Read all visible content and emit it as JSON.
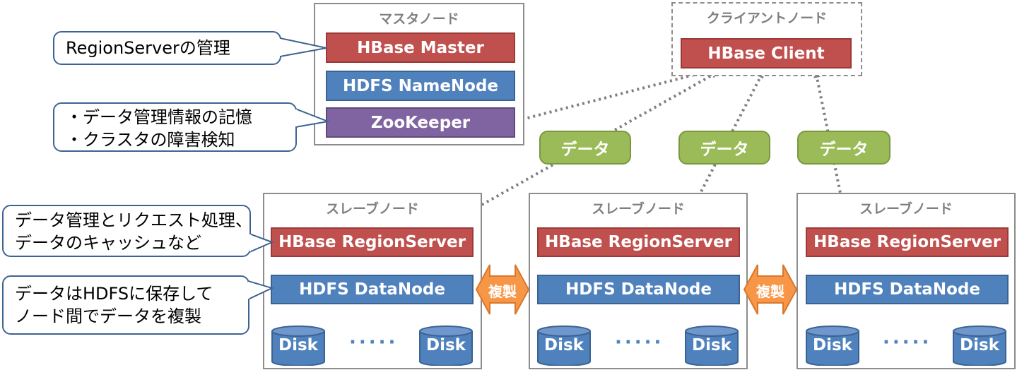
{
  "master": {
    "title": "マスタノード",
    "hbase_master": "HBase Master",
    "hdfs_namenode": "HDFS NameNode",
    "zookeeper": "ZooKeeper"
  },
  "client": {
    "title": "クライアントノード",
    "hbase_client": "HBase Client"
  },
  "slaves": [
    {
      "title": "スレーブノード",
      "region_server": "HBase RegionServer",
      "datanode": "HDFS DataNode"
    },
    {
      "title": "スレーブノード",
      "region_server": "HBase RegionServer",
      "datanode": "HDFS DataNode"
    },
    {
      "title": "スレーブノード",
      "region_server": "HBase RegionServer",
      "datanode": "HDFS DataNode"
    }
  ],
  "disk_label": "Disk",
  "ellipsis": "·····",
  "data_label": "データ",
  "replicate_label": "複製",
  "callouts": {
    "regionserver_mgmt": "RegionServerの管理",
    "zk_line1": "・データ管理情報の記憶",
    "zk_line2": "・クラスタの障害検知",
    "rs_line1": "データ管理とリクエスト処理、",
    "rs_line2": "データのキャッシュなど",
    "dn_line1": "データはHDFSに保存して",
    "dn_line2": "ノード間でデータを複製"
  },
  "colors": {
    "red": "#c0504d",
    "blue": "#4f81bd",
    "purple": "#8064a2",
    "green": "#9bbb59",
    "orange": "#f79646",
    "gray": "#8c8c8c"
  }
}
